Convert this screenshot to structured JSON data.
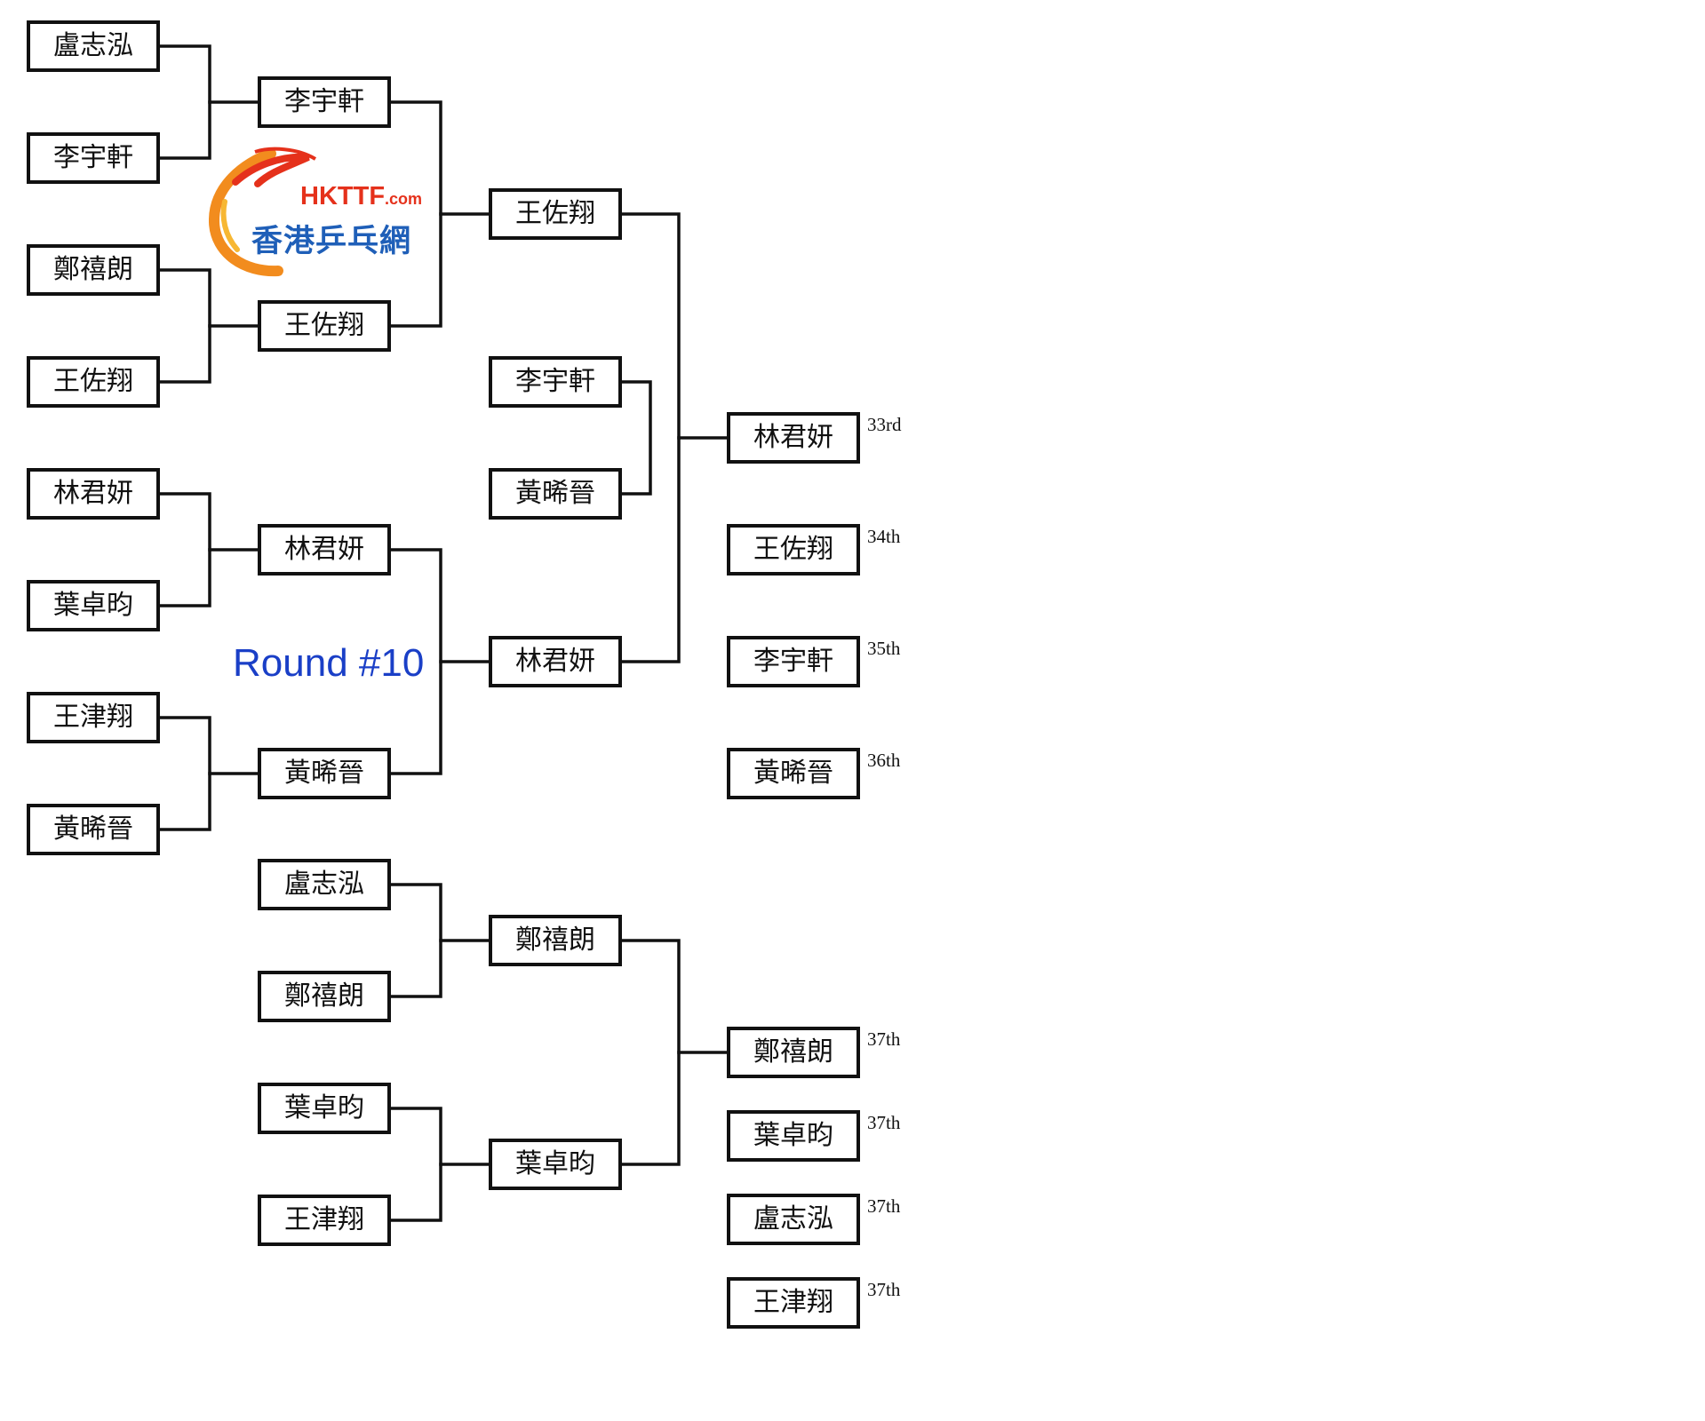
{
  "title": "Round #10",
  "logo": {
    "brand": "HKTTF",
    "domain": ".com",
    "name": "香港乒乓網"
  },
  "rounds": {
    "r1": [
      "盧志泓",
      "李宇軒",
      "鄭禧朗",
      "王佐翔",
      "林君妍",
      "葉卓昀",
      "王津翔",
      "黃晞晉"
    ],
    "r2": [
      "李宇軒",
      "王佐翔",
      "林君妍",
      "黃晞晉"
    ],
    "r3": [
      "王佐翔",
      "林君妍"
    ],
    "r3_loser_match": [
      "李宇軒",
      "黃晞晉"
    ],
    "lower_r1": [
      "盧志泓",
      "鄭禧朗",
      "葉卓昀",
      "王津翔"
    ],
    "lower_r2": [
      "鄭禧朗",
      "葉卓昀"
    ]
  },
  "placements": [
    {
      "name": "林君妍",
      "rank": "33rd"
    },
    {
      "name": "王佐翔",
      "rank": "34th"
    },
    {
      "name": "李宇軒",
      "rank": "35th"
    },
    {
      "name": "黃晞晉",
      "rank": "36th"
    },
    {
      "name": "鄭禧朗",
      "rank": "37th"
    },
    {
      "name": "葉卓昀",
      "rank": "37th"
    },
    {
      "name": "盧志泓",
      "rank": "37th"
    },
    {
      "name": "王津翔",
      "rank": "37th"
    }
  ],
  "colors": {
    "line": "#111111",
    "title": "#1a3fc7",
    "logo_red": "#e5311b",
    "logo_blue": "#1f5fb8",
    "logo_orange": "#f28c1e"
  }
}
